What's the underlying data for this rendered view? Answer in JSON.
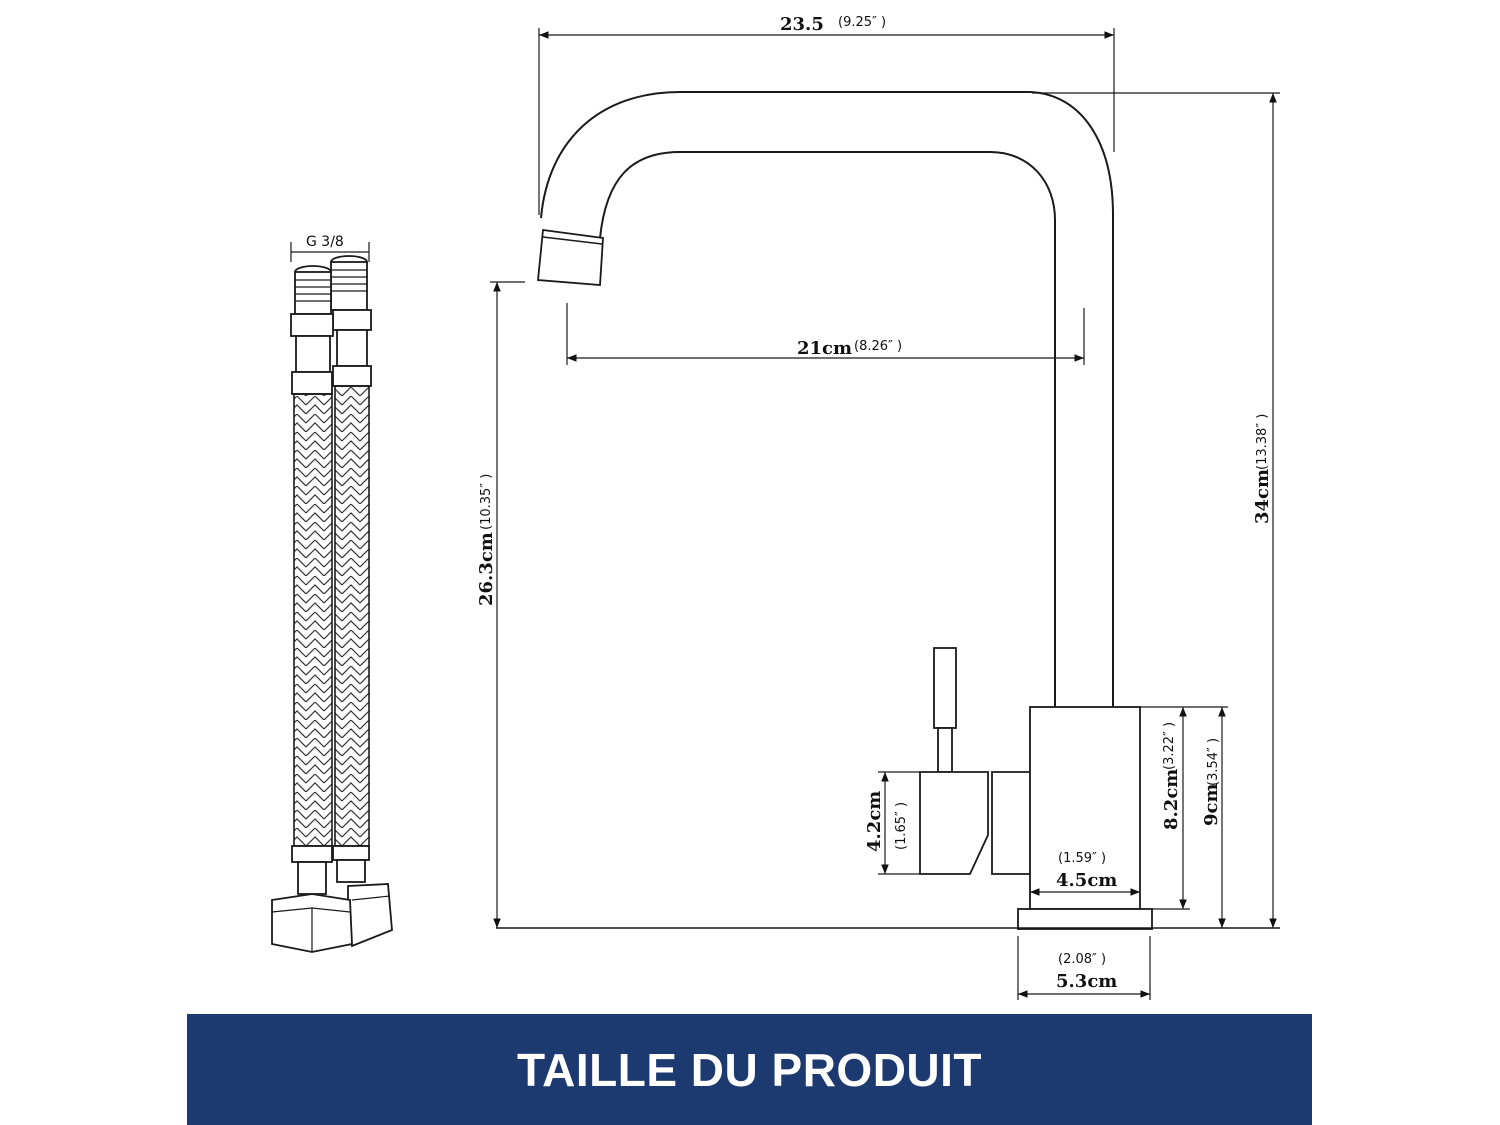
{
  "hose": {
    "thread_label": "G  3/8"
  },
  "dimensions": {
    "width_top": {
      "value": "23.5",
      "inch": "(9.25″ )"
    },
    "reach": {
      "value": "21cm",
      "inch": "(8.26″ )"
    },
    "height_spout": {
      "value": "26.3cm",
      "inch": "(10.35″ )"
    },
    "height_total": {
      "value": "34cm",
      "inch": "(13.38″ )"
    },
    "handle_height": {
      "value": "4.2cm",
      "inch": "(1.65″ )"
    },
    "body_height": {
      "value": "8.2cm",
      "inch": "(3.22″ )"
    },
    "body_plus_base": {
      "value": "9cm",
      "inch": "(3.54″ )"
    },
    "body_width": {
      "value": "4.5cm",
      "inch": "(1.59″ )"
    },
    "base_width": {
      "value": "5.3cm",
      "inch": "(2.08″ )"
    }
  },
  "banner": {
    "title": "TAILLE DU PRODUIT",
    "color": "#1d3a70"
  }
}
